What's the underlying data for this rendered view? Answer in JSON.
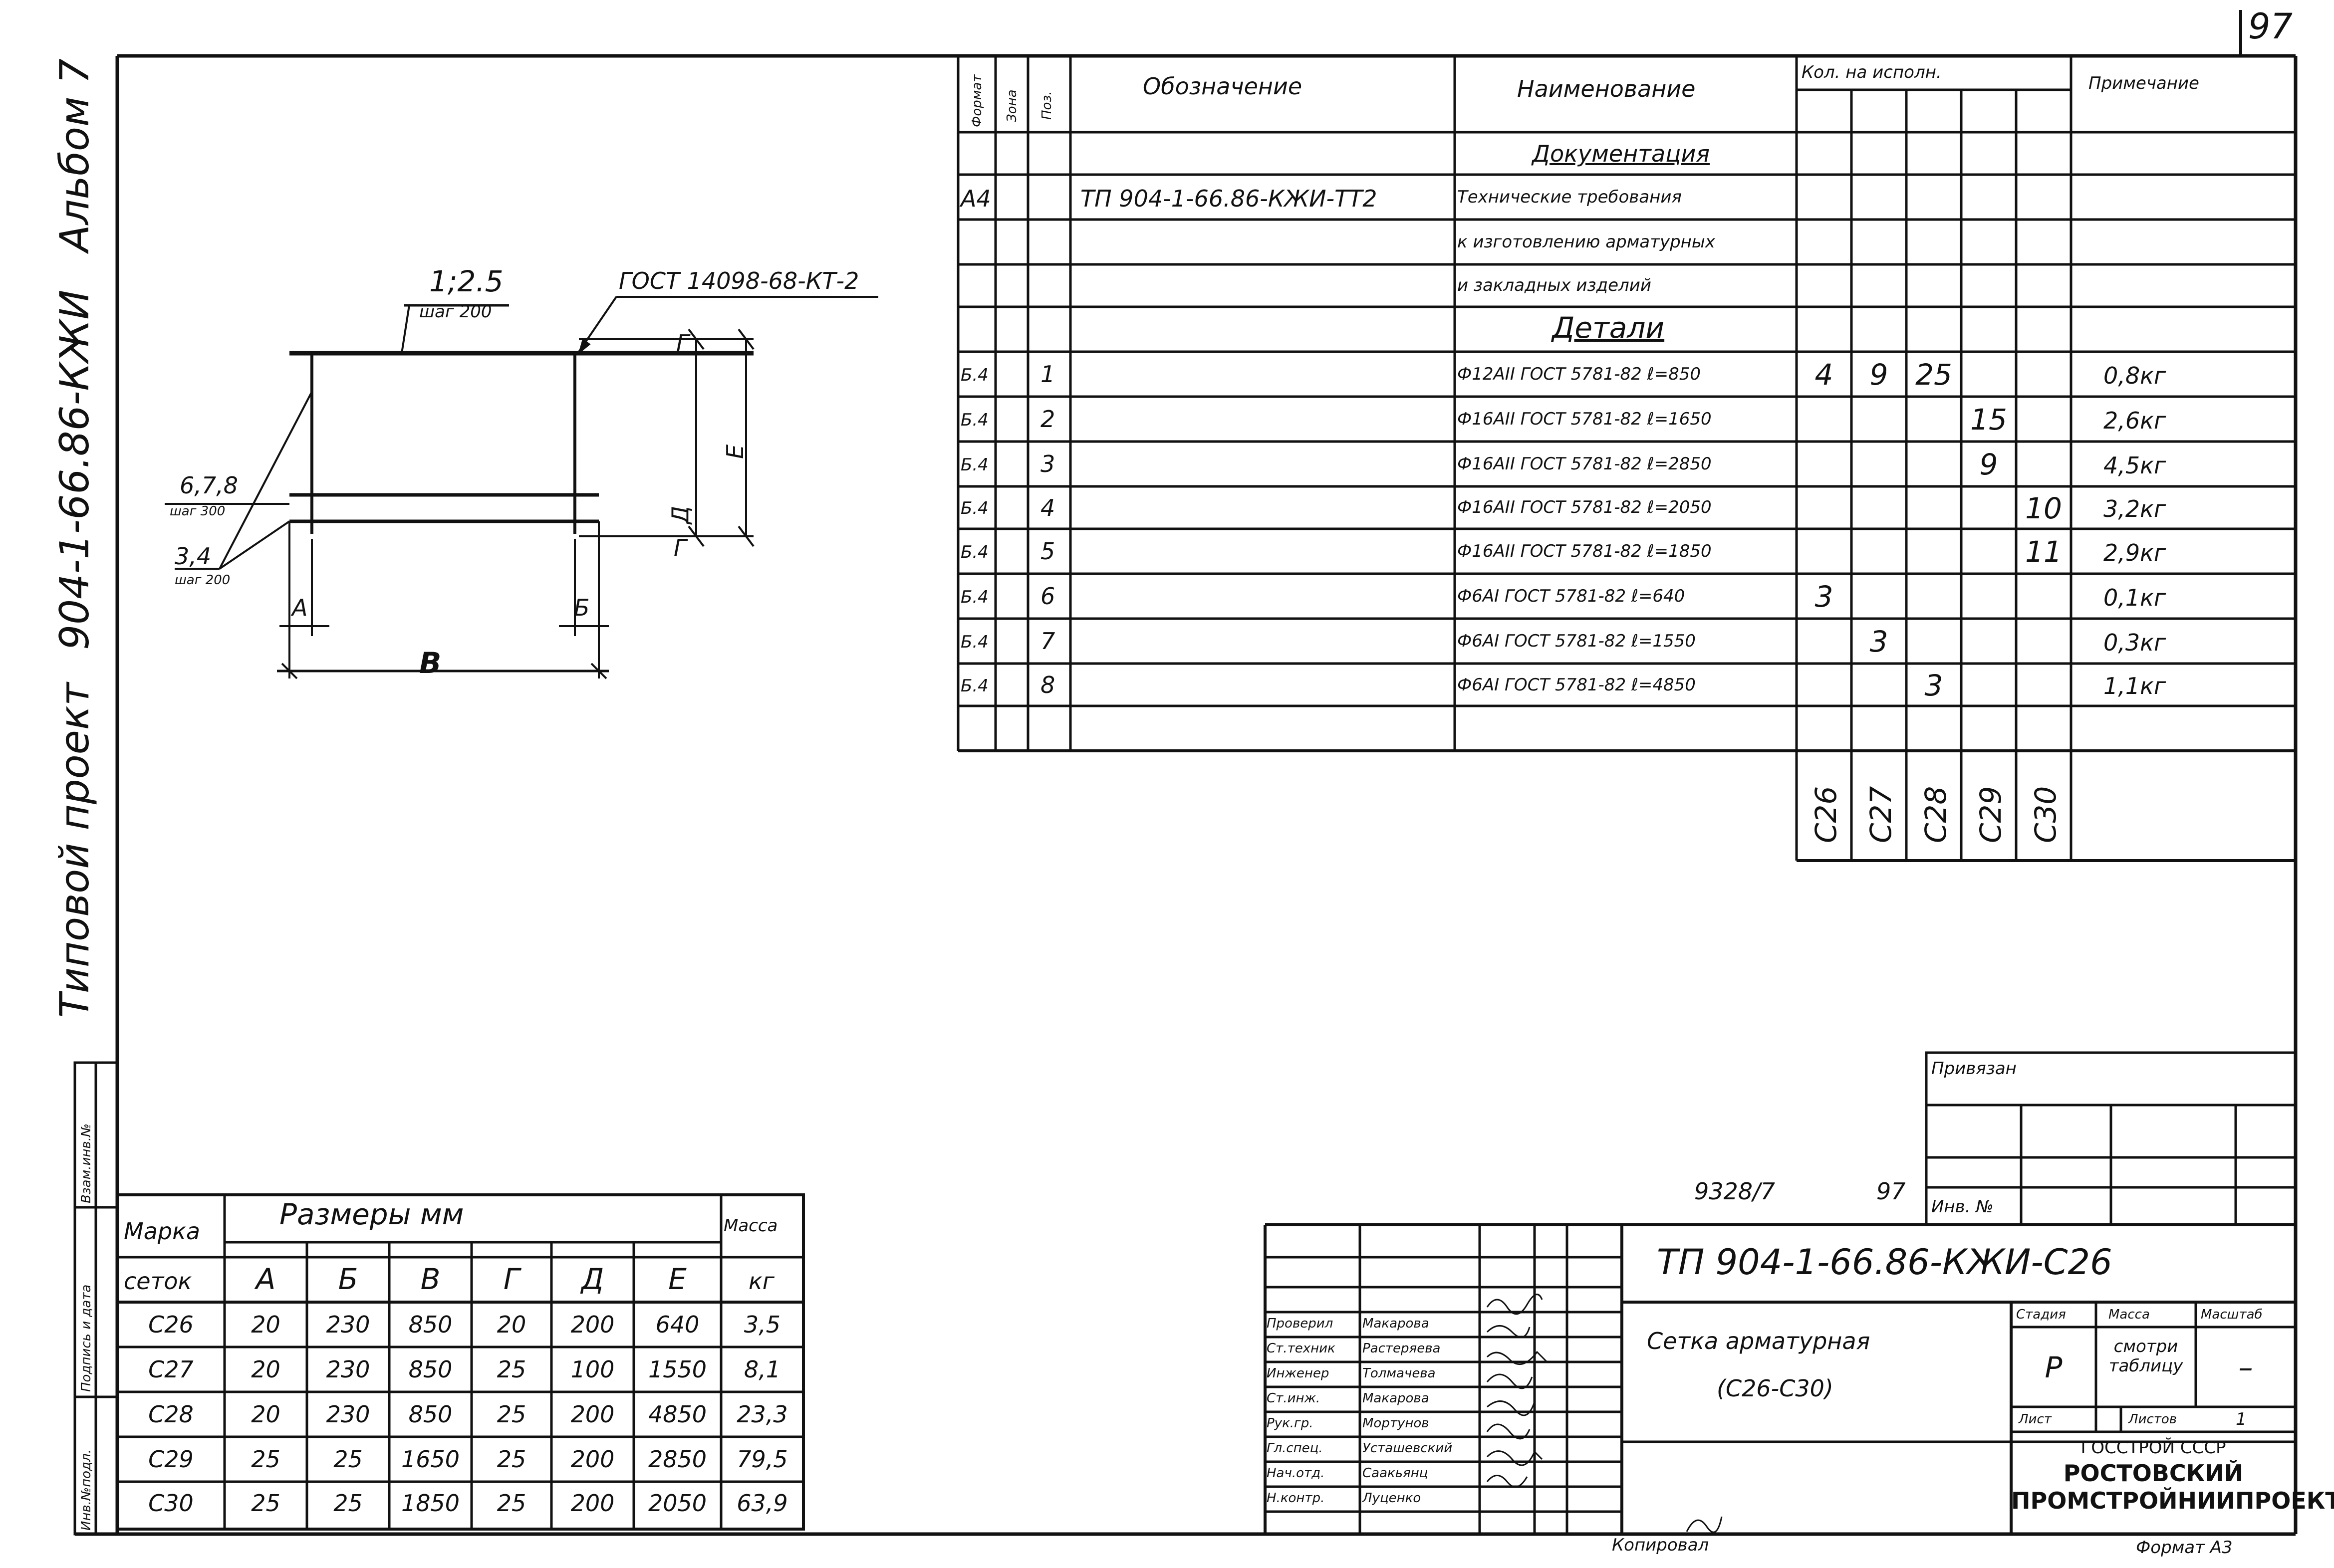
{
  "page_number": "97",
  "side_title": {
    "project": "Типовой проект",
    "code": "904-1-66.86-КЖИ",
    "album": "Альбом 7"
  },
  "side_stamp_labels": [
    "Инв.№подл.",
    "Подпись и дата",
    "Взам.инв.№"
  ],
  "spec": {
    "headers": {
      "format": "Формат",
      "zone": "Зона",
      "pos": "Поз.",
      "designation": "Обозначение",
      "name": "Наименование",
      "qty": "Кол. на исполн.",
      "note": "Примечание"
    },
    "section_docs": "Документация",
    "doc_row": {
      "format": "А4",
      "designation": "ТП 904-1-66.86-КЖИ-ТТ2",
      "name_lines": [
        "Технические требования",
        "к изготовлению арматурных",
        "и закладных изделий"
      ]
    },
    "section_details": "Детали",
    "rows": [
      {
        "format": "Б.4",
        "pos": "1",
        "name": "Ф12АII ГОСТ 5781-82 ℓ=850",
        "q": [
          "4",
          "9",
          "25",
          "",
          ""
        ],
        "note": "0,8кг"
      },
      {
        "format": "Б.4",
        "pos": "2",
        "name": "Ф16АII ГОСТ 5781-82 ℓ=1650",
        "q": [
          "",
          "",
          "",
          "15",
          ""
        ],
        "note": "2,6кг"
      },
      {
        "format": "Б.4",
        "pos": "3",
        "name": "Ф16АII ГОСТ 5781-82 ℓ=2850",
        "q": [
          "",
          "",
          "",
          "9",
          ""
        ],
        "note": "4,5кг"
      },
      {
        "format": "Б.4",
        "pos": "4",
        "name": "Ф16АII ГОСТ 5781-82 ℓ=2050",
        "q": [
          "",
          "",
          "",
          "",
          "10"
        ],
        "note": "3,2кг"
      },
      {
        "format": "Б.4",
        "pos": "5",
        "name": "Ф16АII ГОСТ 5781-82 ℓ=1850",
        "q": [
          "",
          "",
          "",
          "",
          "11"
        ],
        "note": "2,9кг"
      },
      {
        "format": "Б.4",
        "pos": "6",
        "name": "Ф6АI ГОСТ 5781-82 ℓ=640",
        "q": [
          "3",
          "",
          "",
          "",
          ""
        ],
        "note": "0,1кг"
      },
      {
        "format": "Б.4",
        "pos": "7",
        "name": "Ф6АI ГОСТ 5781-82 ℓ=1550",
        "q": [
          "",
          "3",
          "",
          "",
          ""
        ],
        "note": "0,3кг"
      },
      {
        "format": "Б.4",
        "pos": "8",
        "name": "Ф6АI ГОСТ 5781-82 ℓ=4850",
        "q": [
          "",
          "",
          "3",
          "",
          ""
        ],
        "note": "1,1кг"
      }
    ],
    "marks": [
      "С26",
      "С27",
      "С28",
      "С29",
      "С30"
    ]
  },
  "drawing": {
    "top_label": "1;2.5",
    "top_step": "шаг 200",
    "gost_label": "ГОСТ 14098-68-КТ-2",
    "label_678": "6,7,8",
    "step_300": "шаг 300",
    "label_34": "3,4",
    "step_200": "шаг 200",
    "dim_A": "А",
    "dim_B": "Б",
    "dim_V": "В",
    "dim_G": "Г",
    "dim_D": "Д",
    "dim_E": "Е"
  },
  "sizes_table": {
    "marka": "Марка",
    "setok": "сеток",
    "sizes_title": "Размеры мм",
    "mass": "Масса",
    "mass_unit": "кг",
    "cols": [
      "А",
      "Б",
      "В",
      "Г",
      "Д",
      "Е"
    ],
    "rows": [
      [
        "С26",
        "20",
        "230",
        "850",
        "20",
        "200",
        "640",
        "3,5"
      ],
      [
        "С27",
        "20",
        "230",
        "850",
        "25",
        "100",
        "1550",
        "8,1"
      ],
      [
        "С28",
        "20",
        "230",
        "850",
        "25",
        "200",
        "4850",
        "23,3"
      ],
      [
        "С29",
        "25",
        "25",
        "1650",
        "25",
        "200",
        "2850",
        "79,5"
      ],
      [
        "С30",
        "25",
        "25",
        "1850",
        "25",
        "200",
        "2050",
        "63,9"
      ]
    ]
  },
  "title_block": {
    "sheet_ref": "9328/7",
    "sheet_ref_page": "97",
    "privyazan": "Привязан",
    "inv_no": "Инв. №",
    "code": "ТП 904-1-66.86-КЖИ-С26",
    "title_lines": [
      "Сетка арматурная",
      "(С26-С30)"
    ],
    "signers": [
      {
        "role": "Проверил",
        "name": "Макарова"
      },
      {
        "role": "Ст.техник",
        "name": "Растеряева"
      },
      {
        "role": "Инженер",
        "name": "Толмачева"
      },
      {
        "role": "Ст.инж.",
        "name": "Макарова"
      },
      {
        "role": "Рук.гр.",
        "name": "Мортунов"
      },
      {
        "role": "Гл.спец.",
        "name": "Усташевский"
      },
      {
        "role": "Нач.отд.",
        "name": "Саакьянц"
      },
      {
        "role": "Н.контр.",
        "name": "Луценко"
      }
    ],
    "stadia_label": "Стадия",
    "massa_label": "Масса",
    "masshtab_label": "Масштаб",
    "stadia": "Р",
    "massa": "смотри таблицу",
    "masshtab": "–",
    "list_label": "Лист",
    "listov_label": "Листов",
    "listov": "1",
    "org_lines": [
      "ГОССТРОЙ СССР",
      "РОСТОВСКИЙ",
      "ПРОМСТРОЙНИИПРОЕКТ"
    ]
  },
  "footer": {
    "copied": "Копировал",
    "format": "Формат А3"
  }
}
